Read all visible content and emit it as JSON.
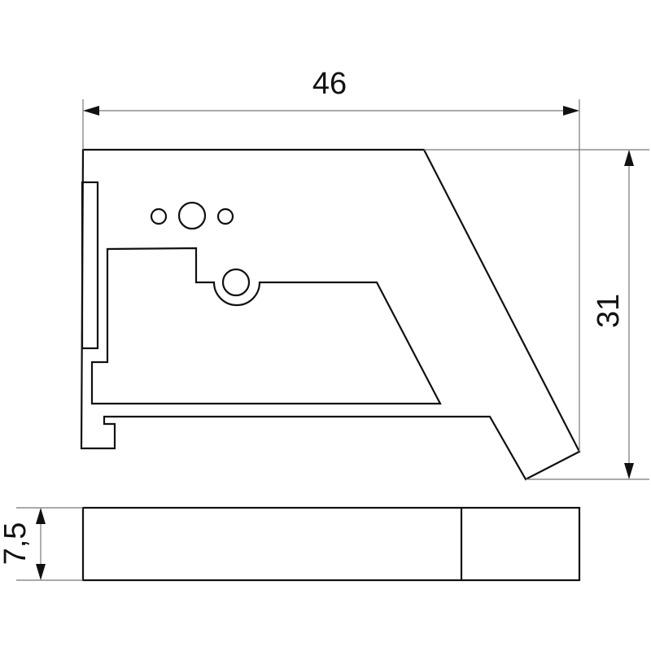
{
  "dimensions": {
    "width_label": "46",
    "height_label": "31",
    "thickness_label": "7,5"
  },
  "colors": {
    "outline": "#111111",
    "dimension_line": "#777777",
    "arrow": "#111111"
  }
}
